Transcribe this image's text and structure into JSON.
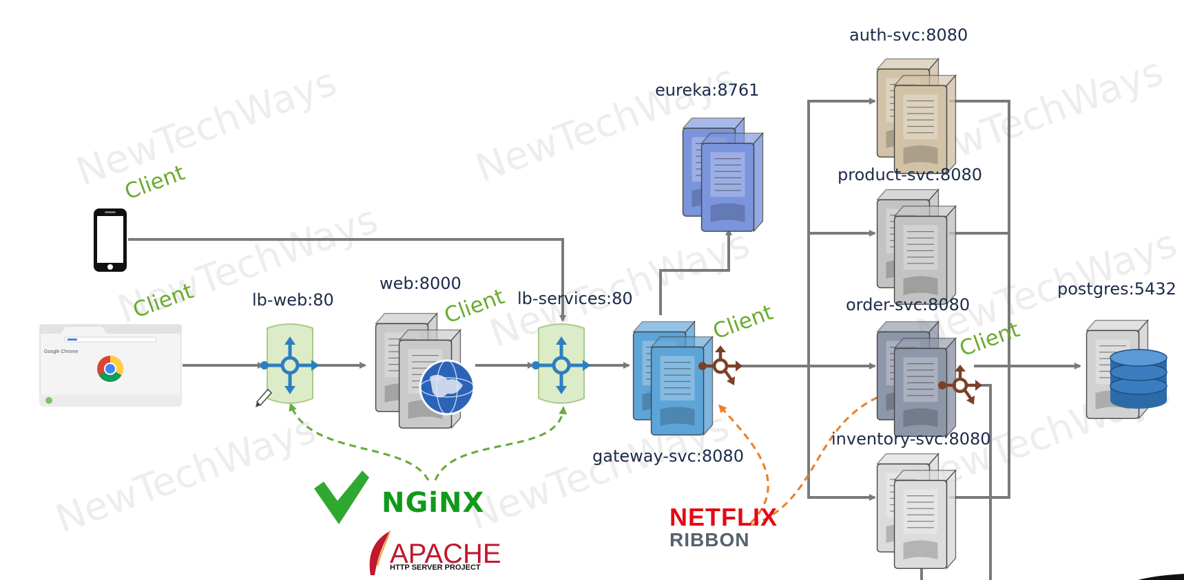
{
  "watermark": "NewTechWays",
  "nodes": {
    "lb_web": "lb-web:80",
    "web": "web:8000",
    "lb_services": "lb-services:80",
    "eureka": "eureka:8761",
    "gateway": "gateway-svc:8080",
    "auth": "auth-svc:8080",
    "product": "product-svc:8080",
    "order": "order-svc:8080",
    "inventory": "inventory-svc:8080",
    "postgres": "postgres:5432"
  },
  "client_label": "Client",
  "logos": {
    "nginx": "NGiNX",
    "apache": "APACHE",
    "apache_sub": "HTTP SERVER PROJECT",
    "netflix": "NETFLIX",
    "ribbon": "RIBBON"
  },
  "browser": {
    "brand_google": "Google",
    "brand_chrome": "Chrome"
  },
  "colors": {
    "label_text": "#1c2b4a",
    "client_text": "#6aab2e",
    "connector": "#7a7a7a",
    "lb_green": "#dcebc8",
    "lb_arrows": "#2b7fc1",
    "ribbon_brown": "#7a4128",
    "eureka_blue": "#7b95dc",
    "gateway_blue": "#5da4d8",
    "auth_tan": "#d2c3a8",
    "order_slate": "#8e96aa",
    "nginx_green": "#109a1b",
    "netflix_red": "#e50914",
    "dashed_green": "#6aab3e",
    "dashed_orange": "#e8822d"
  },
  "icons": [
    "smartphone-icon",
    "chrome-browser-icon",
    "load-balancer-icon",
    "server-icon",
    "globe-icon",
    "database-icon",
    "checkmark-icon",
    "apache-feather-icon"
  ]
}
